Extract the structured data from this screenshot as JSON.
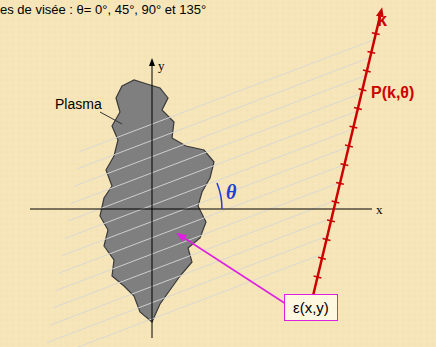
{
  "diagram": {
    "nodes": [
      {
        "text": [
          "ε(x,y)"
        ]
      }
    ],
    "labels": [
      "es de visée : θ= 0°, 45°, 90° et 135°",
      "k",
      "P(k,θ)",
      "Plasma",
      "y",
      "x",
      "θ"
    ]
  }
}
